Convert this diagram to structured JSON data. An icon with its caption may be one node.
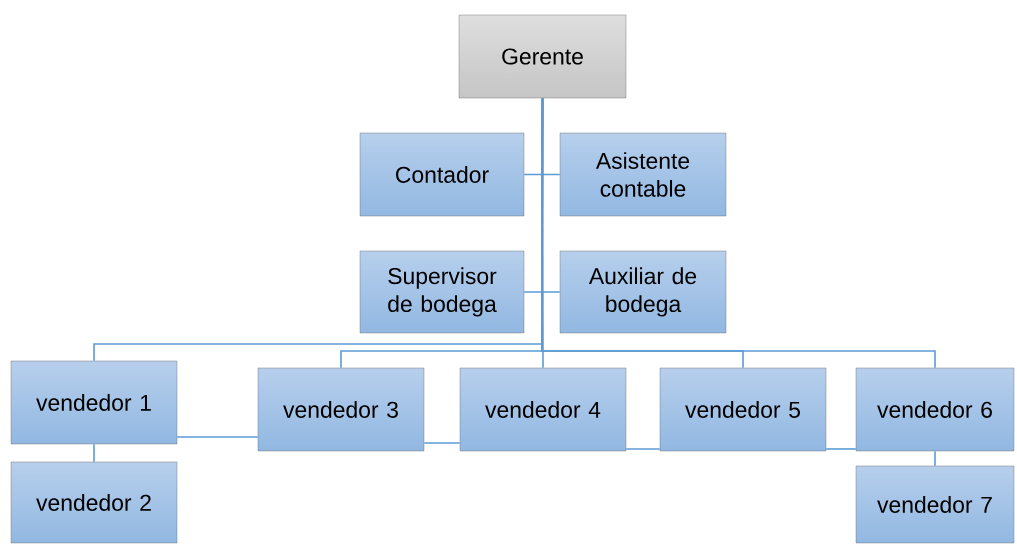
{
  "diagram": {
    "nodes": [
      {
        "text": [
          "Gerente"
        ]
      },
      {
        "text": [
          "Contador"
        ]
      },
      {
        "text": [
          "Asistente contable"
        ]
      },
      {
        "text": [
          "Supervisor de bodega"
        ]
      },
      {
        "text": [
          "Auxiliar de bodega"
        ]
      },
      {
        "text": [
          "vendedor 1"
        ]
      },
      {
        "text": [
          "vendedor 3"
        ]
      },
      {
        "text": [
          "vendedor 4"
        ]
      },
      {
        "text": [
          "vendedor 5"
        ]
      },
      {
        "text": [
          "vendedor 6"
        ]
      },
      {
        "text": [
          "vendedor 2"
        ]
      },
      {
        "text": [
          "vendedor 7"
        ]
      }
    ],
    "edges": [
      {
        "from": 0,
        "to": 1,
        "arrow": "none"
      },
      {
        "from": 0,
        "to": 2,
        "arrow": "none"
      },
      {
        "from": 0,
        "to": 3,
        "arrow": "none"
      },
      {
        "from": 0,
        "to": 4,
        "arrow": "none"
      },
      {
        "from": 0,
        "to": 5,
        "arrow": "none"
      },
      {
        "from": 0,
        "to": 6,
        "arrow": "none"
      },
      {
        "from": 0,
        "to": 7,
        "arrow": "none"
      },
      {
        "from": 0,
        "to": 8,
        "arrow": "none"
      },
      {
        "from": 0,
        "to": 9,
        "arrow": "none"
      },
      {
        "from": 5,
        "to": 10,
        "arrow": "none"
      },
      {
        "from": 9,
        "to": 11,
        "arrow": "none"
      },
      {
        "from": 5,
        "to": 6,
        "arrow": "none"
      },
      {
        "from": 6,
        "to": 7,
        "arrow": "none"
      },
      {
        "from": 7,
        "to": 8,
        "arrow": "none"
      },
      {
        "from": 8,
        "to": 9,
        "arrow": "none"
      }
    ]
  }
}
